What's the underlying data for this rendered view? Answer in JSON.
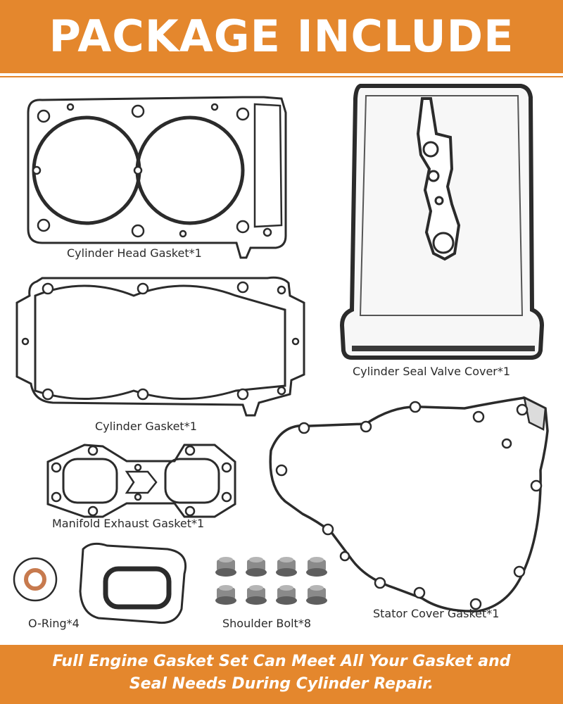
{
  "header": {
    "title": "PACKAGE INCLUDE"
  },
  "parts": {
    "cylinder_head_gasket": "Cylinder Head Gasket*1",
    "valve_cover": "Cylinder Seal Valve Cover*1",
    "cylinder_gasket": "Cylinder Gasket*1",
    "manifold_exhaust_gasket": "Manifold Exhaust Gasket*1",
    "stator_cover_gasket": "Stator Cover Gasket*1",
    "o_ring": "O-Ring*4",
    "shoulder_bolt": "Shoulder Bolt*8"
  },
  "footer": {
    "line1": "Full Engine Gasket Set Can Meet All Your Gasket and",
    "line2": "Seal Needs During Cylinder Repair."
  },
  "colors": {
    "accent": "#e4872d",
    "text": "#2a2a2a",
    "gasket": "#2b2b2b",
    "copper": "#c77a4e"
  }
}
